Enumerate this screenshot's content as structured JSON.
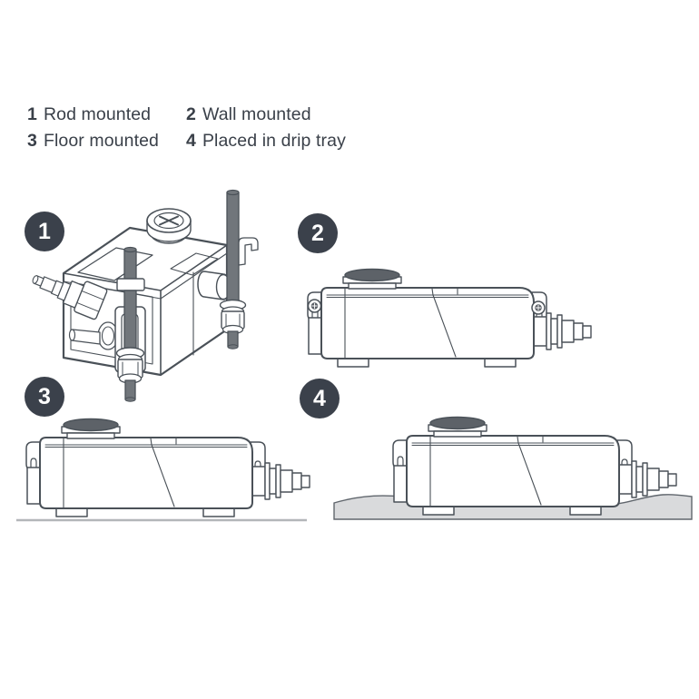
{
  "legend": {
    "items": [
      {
        "num": "1",
        "label": "Rod mounted"
      },
      {
        "num": "2",
        "label": "Wall mounted"
      },
      {
        "num": "3",
        "label": "Floor mounted"
      },
      {
        "num": "4",
        "label": "Placed in drip tray"
      }
    ]
  },
  "figures": {
    "fig1": {
      "badge": "1"
    },
    "fig2": {
      "badge": "2"
    },
    "fig3": {
      "badge": "3"
    },
    "fig4": {
      "badge": "4"
    }
  },
  "colors": {
    "background": "#ffffff",
    "text": "#3a4049",
    "line": "#4a5158",
    "badge_bg": "#3b414b",
    "badge_text": "#ffffff",
    "rod_fill": "#71767b",
    "cap_fill": "#5d6268",
    "tray_fill": "#d9dadc",
    "floor_line": "#b3b6b9"
  }
}
